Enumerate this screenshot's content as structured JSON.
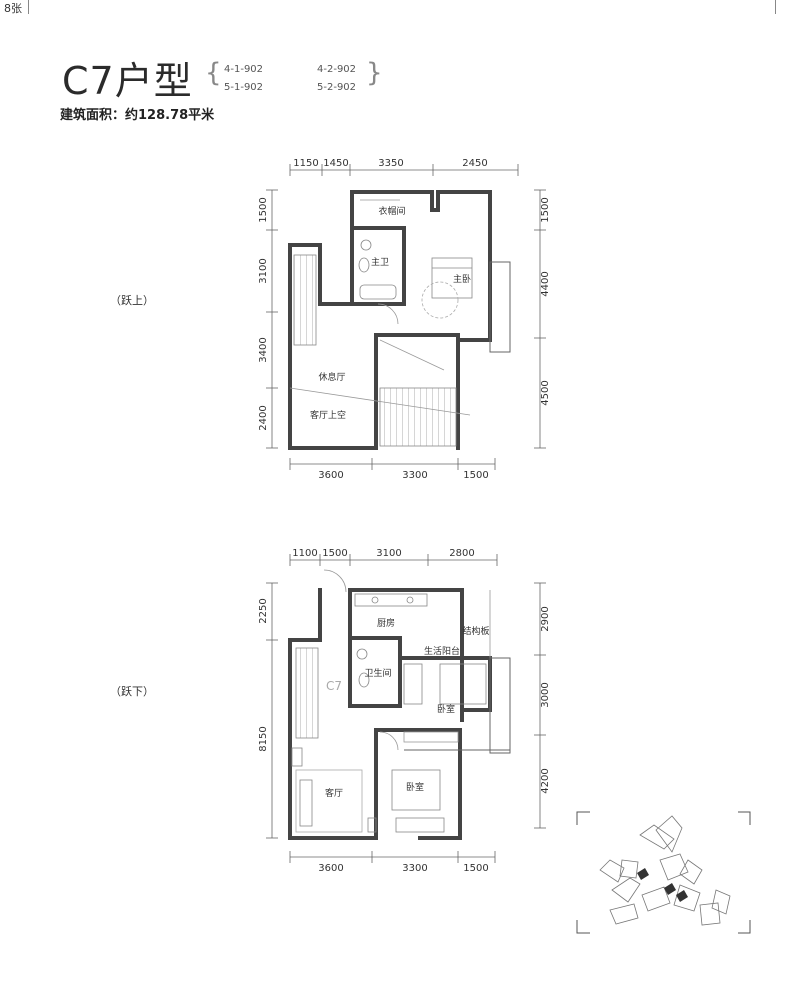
{
  "page_number": "8张",
  "title": "C7户型",
  "units": [
    "4-1-902",
    "5-1-902",
    "4-2-902",
    "5-2-902"
  ],
  "area": "建筑面积：约128.78平米",
  "upper_floor": {
    "label": "（跃上）",
    "dims_top": [
      "1150",
      "1450",
      "3350",
      "2450"
    ],
    "dims_bottom": [
      "3600",
      "3300",
      "1500"
    ],
    "dims_left": [
      "1500",
      "3100",
      "3400",
      "2400"
    ],
    "dims_right": [
      "1500",
      "4400",
      "4500"
    ],
    "rooms": [
      "衣帽间",
      "主卫",
      "主卧",
      "休息厅",
      "客厅上空"
    ]
  },
  "lower_floor": {
    "label": "（跃下）",
    "dims_top": [
      "1100",
      "1500",
      "3100",
      "2800"
    ],
    "dims_bottom": [
      "3600",
      "3300",
      "1500"
    ],
    "dims_left": [
      "2250",
      "8150"
    ],
    "dims_right": [
      "2900",
      "3000",
      "4200"
    ],
    "rooms": [
      "厨房",
      "结构板",
      "生活阳台",
      "卫生间",
      "卧室",
      "客厅",
      "卧室"
    ],
    "tag": "C7"
  }
}
